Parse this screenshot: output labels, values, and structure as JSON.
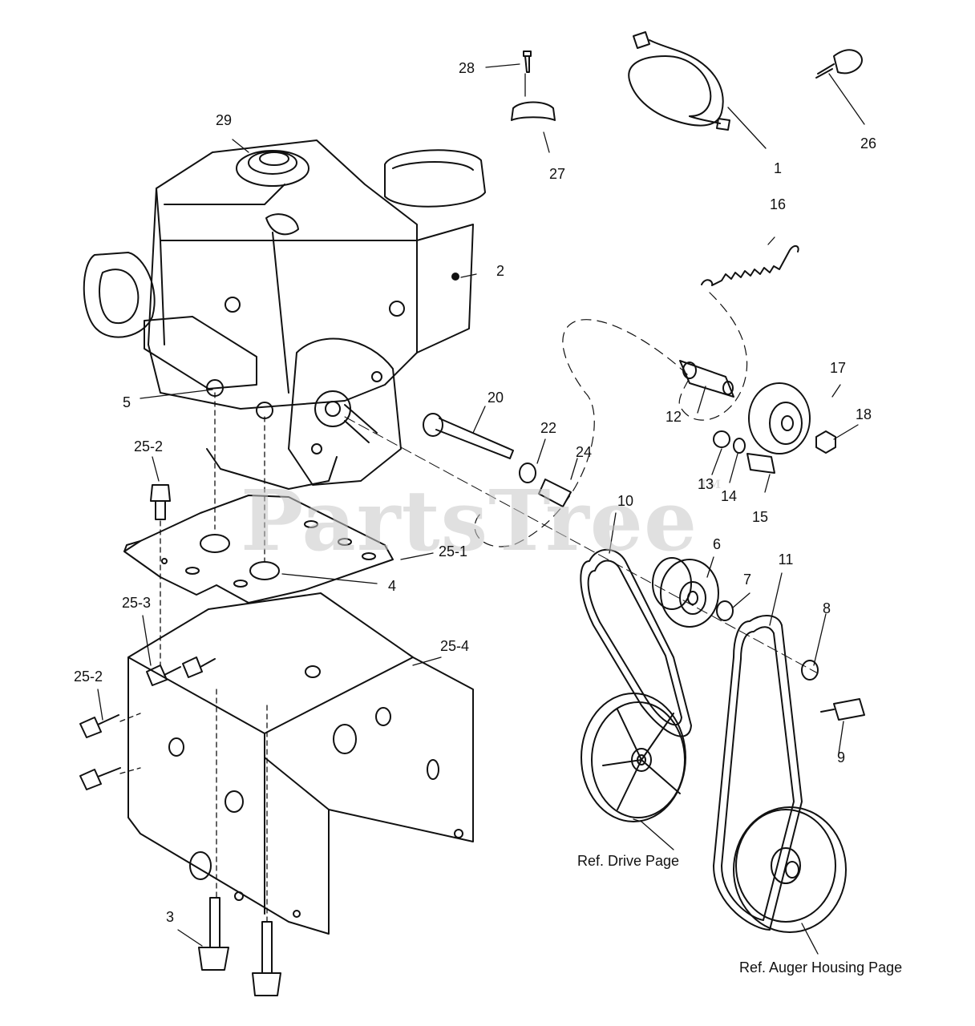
{
  "watermark": {
    "text": "PartsTree",
    "trademark": "TM"
  },
  "callouts": {
    "c1": "1",
    "c2": "2",
    "c3": "3",
    "c4": "4",
    "c5": "5",
    "c6": "6",
    "c7": "7",
    "c8": "8",
    "c9": "9",
    "c10": "10",
    "c11": "11",
    "c12": "12",
    "c13": "13",
    "c14": "14",
    "c15": "15",
    "c16": "16",
    "c17": "17",
    "c18": "18",
    "c20": "20",
    "c22": "22",
    "c24": "24",
    "c25_1": "25-1",
    "c25_2a": "25-2",
    "c25_2b": "25-2",
    "c25_3": "25-3",
    "c25_4": "25-4",
    "c26": "26",
    "c27": "27",
    "c28": "28",
    "c29": "29"
  },
  "references": {
    "drive": "Ref. Drive Page",
    "auger": "Ref. Auger Housing Page"
  }
}
